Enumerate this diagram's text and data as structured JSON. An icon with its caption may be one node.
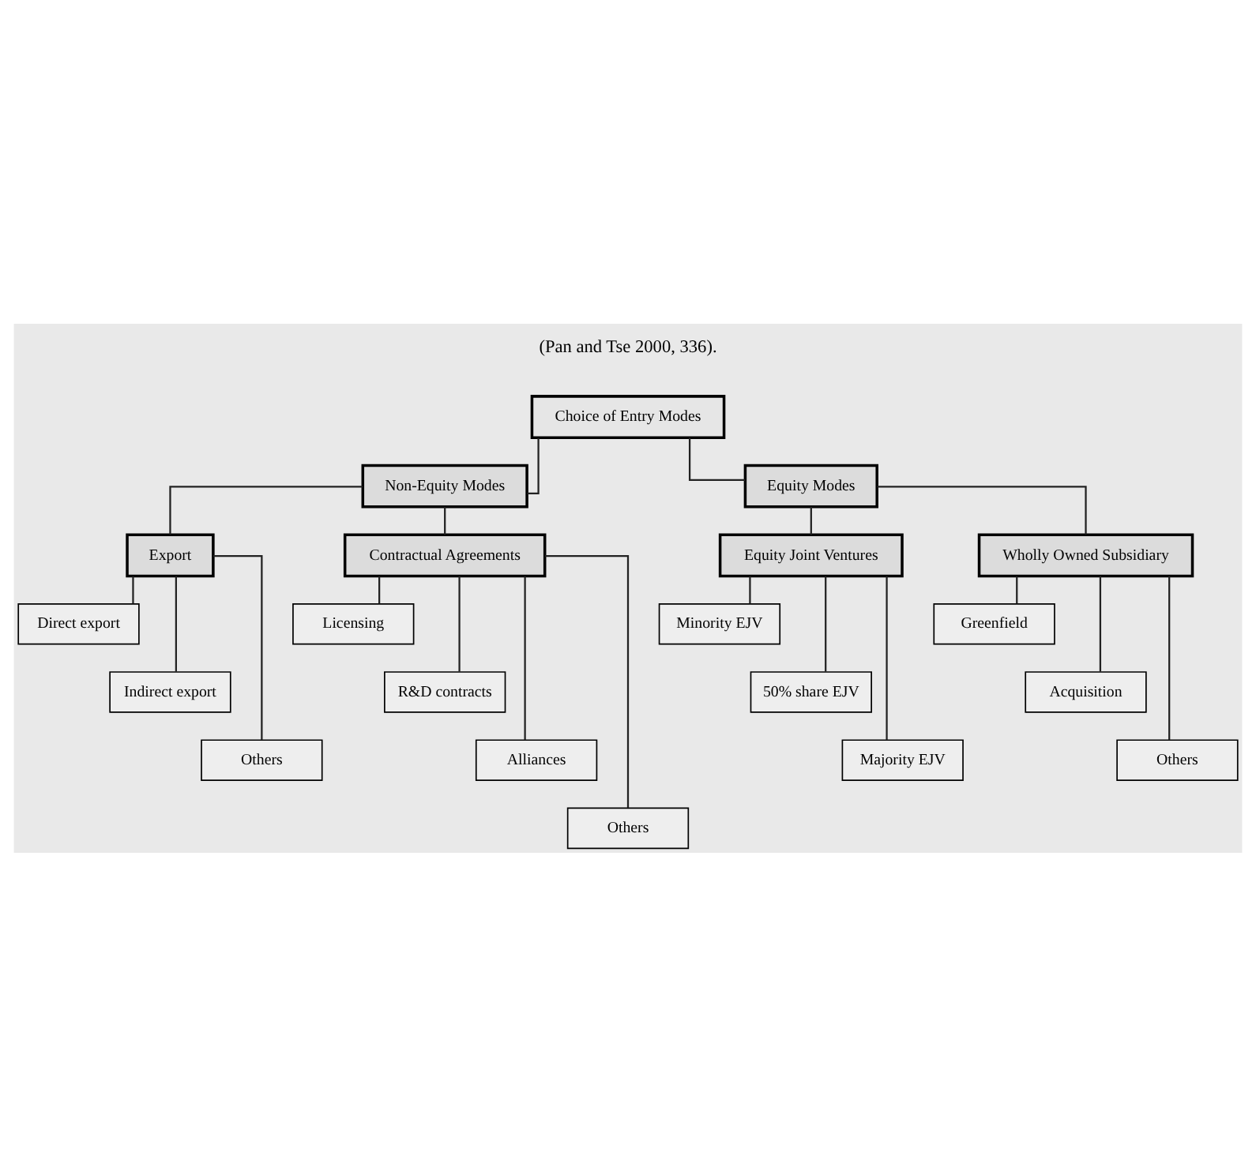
{
  "diagram": {
    "nodes": [
      {
        "text": [
          "Choice of Entry Modes"
        ]
      },
      {
        "text": [
          "Non-Equity Modes"
        ]
      },
      {
        "text": [
          "Equity Modes"
        ]
      },
      {
        "text": [
          "Export"
        ]
      },
      {
        "text": [
          "Contractual Agreements"
        ]
      },
      {
        "text": [
          "Equity Joint Ventures"
        ]
      },
      {
        "text": [
          "Wholly Owned Subsidiary"
        ]
      },
      {
        "text": [
          "Direct export"
        ]
      },
      {
        "text": [
          "Indirect export"
        ]
      },
      {
        "text": [
          "Others"
        ]
      },
      {
        "text": [
          "Licensing"
        ]
      },
      {
        "text": [
          "R&D contracts"
        ]
      },
      {
        "text": [
          "Alliances"
        ]
      },
      {
        "text": [
          "Others"
        ]
      },
      {
        "text": [
          "Minority EJV"
        ]
      },
      {
        "text": [
          "50% share EJV"
        ]
      },
      {
        "text": [
          "Majority EJV"
        ]
      },
      {
        "text": [
          "Greenfield"
        ]
      },
      {
        "text": [
          "Acquisition"
        ]
      },
      {
        "text": [
          "Others"
        ]
      }
    ],
    "edges": [
      {
        "from": 0,
        "to": 1,
        "arrow": "none"
      },
      {
        "from": 0,
        "to": 2,
        "arrow": "none"
      },
      {
        "from": 1,
        "to": 3,
        "arrow": "none"
      },
      {
        "from": 1,
        "to": 4,
        "arrow": "none"
      },
      {
        "from": 2,
        "to": 5,
        "arrow": "none"
      },
      {
        "from": 2,
        "to": 6,
        "arrow": "none"
      },
      {
        "from": 3,
        "to": 7,
        "arrow": "none"
      },
      {
        "from": 3,
        "to": 8,
        "arrow": "none"
      },
      {
        "from": 3,
        "to": 9,
        "arrow": "none"
      },
      {
        "from": 4,
        "to": 10,
        "arrow": "none"
      },
      {
        "from": 4,
        "to": 11,
        "arrow": "none"
      },
      {
        "from": 4,
        "to": 12,
        "arrow": "none"
      },
      {
        "from": 4,
        "to": 13,
        "arrow": "none"
      },
      {
        "from": 5,
        "to": 14,
        "arrow": "none"
      },
      {
        "from": 5,
        "to": 15,
        "arrow": "none"
      },
      {
        "from": 5,
        "to": 16,
        "arrow": "none"
      },
      {
        "from": 6,
        "to": 17,
        "arrow": "none"
      },
      {
        "from": 6,
        "to": 18,
        "arrow": "none"
      },
      {
        "from": 6,
        "to": 19,
        "arrow": "none"
      }
    ],
    "labels": [
      "(Pan and Tse 2000, 336)."
    ]
  }
}
